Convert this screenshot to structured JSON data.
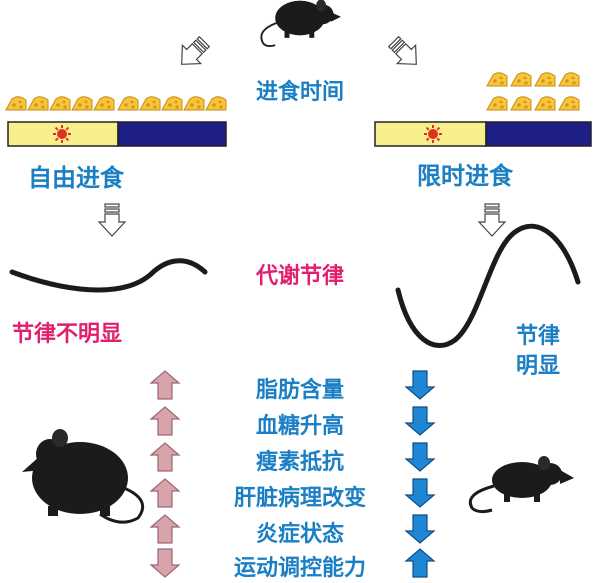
{
  "center_title": "进食时间",
  "left": {
    "label": "自由进食",
    "rhythm_label": "节律不明显"
  },
  "right": {
    "label": "限时进食",
    "rhythm_label_line1": "节律",
    "rhythm_label_line2": "明显"
  },
  "middle_label": "代谢节律",
  "outcomes": [
    {
      "text": "脂肪含量",
      "left_arrow": "up",
      "right_arrow": "down"
    },
    {
      "text": "血糖升高",
      "left_arrow": "up",
      "right_arrow": "down"
    },
    {
      "text": "瘦素抵抗",
      "left_arrow": "up",
      "right_arrow": "down"
    },
    {
      "text": "肝脏病理改变",
      "left_arrow": "up",
      "right_arrow": "down"
    },
    {
      "text": "炎症状态",
      "left_arrow": "up",
      "right_arrow": "down"
    },
    {
      "text": "运动调控能力",
      "left_arrow": "down",
      "right_arrow": "up"
    }
  ],
  "colors": {
    "text_blue": "#1a7fc4",
    "text_pink": "#e0206e",
    "arrow_pink": "#d9a3ac",
    "arrow_blue": "#1f86d6",
    "day_bar": "#f7ef8c",
    "night_bar": "#1d1e86",
    "sun": "#e03222",
    "cheese": "#f5c53a"
  }
}
